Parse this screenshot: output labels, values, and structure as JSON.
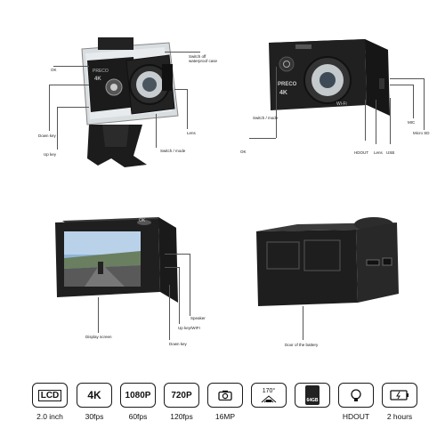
{
  "quadrant_top_left": {
    "labels": {
      "ok": "OK",
      "switch_off_waterproof": "Switch off waterproof case",
      "down_key": "Down key",
      "lens": "Lens",
      "up_key": "Up key",
      "switch_mode": "Switch / mode"
    },
    "body_text": {
      "brand": "PRECO",
      "res": "4K"
    }
  },
  "quadrant_top_right": {
    "labels": {
      "switch_mode": "Switch / mode",
      "ok": "OK",
      "hdout": "HDOUT",
      "lens": "Lens",
      "usb": "USB",
      "mic": "MIC",
      "micro_sd": "Micro SD"
    },
    "body_text": {
      "brand": "PRECO",
      "res": "4K",
      "wifi": "Wi-Fi"
    }
  },
  "quadrant_bottom_left": {
    "labels": {
      "speaker": "Speaker",
      "up_key_wifi": "Up key/WIFI",
      "display_screen": "Display screen",
      "down_key": "Down key"
    },
    "body_text": {
      "ok": "OK"
    }
  },
  "quadrant_bottom_right": {
    "labels": {
      "door_battery": "Door of the battery"
    }
  },
  "features": [
    {
      "top": "LCD",
      "caption": "2.0 inch",
      "icon": "lcd-icon"
    },
    {
      "top": "4K",
      "caption": "30fps",
      "icon": "text"
    },
    {
      "top": "1080P",
      "caption": "60fps",
      "icon": "text"
    },
    {
      "top": "720P",
      "caption": "120fps",
      "icon": "text"
    },
    {
      "top": "",
      "caption": "16MP",
      "icon": "camera-icon"
    },
    {
      "top": "170°",
      "caption": "",
      "icon": "wide-angle-icon"
    },
    {
      "top": "64GB",
      "caption": "",
      "icon": "sd-card-icon"
    },
    {
      "top": "",
      "caption": "HDOUT",
      "icon": "hdmi-icon"
    },
    {
      "top": "",
      "caption": "2 hours",
      "icon": "battery-icon"
    }
  ],
  "colors": {
    "body": "#1b1b1b",
    "accent": "#2a2a2a",
    "lens_ring": "#3a3a3a"
  }
}
